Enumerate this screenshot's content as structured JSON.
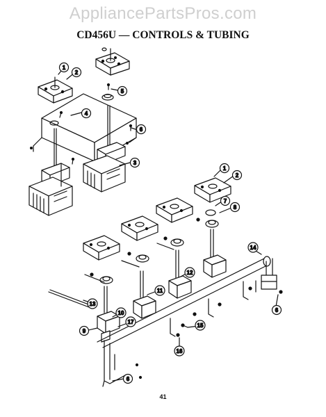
{
  "watermark": "AppliancePartsPros.com",
  "title": "CD456U — CONTROLS & TUBING",
  "page_number": "41",
  "callouts": [
    "1",
    "2",
    "5",
    "4",
    "6",
    "3",
    "1",
    "2",
    "7",
    "8",
    "14",
    "13",
    "12",
    "11",
    "10",
    "9",
    "17",
    "15",
    "16",
    "6",
    "6"
  ]
}
